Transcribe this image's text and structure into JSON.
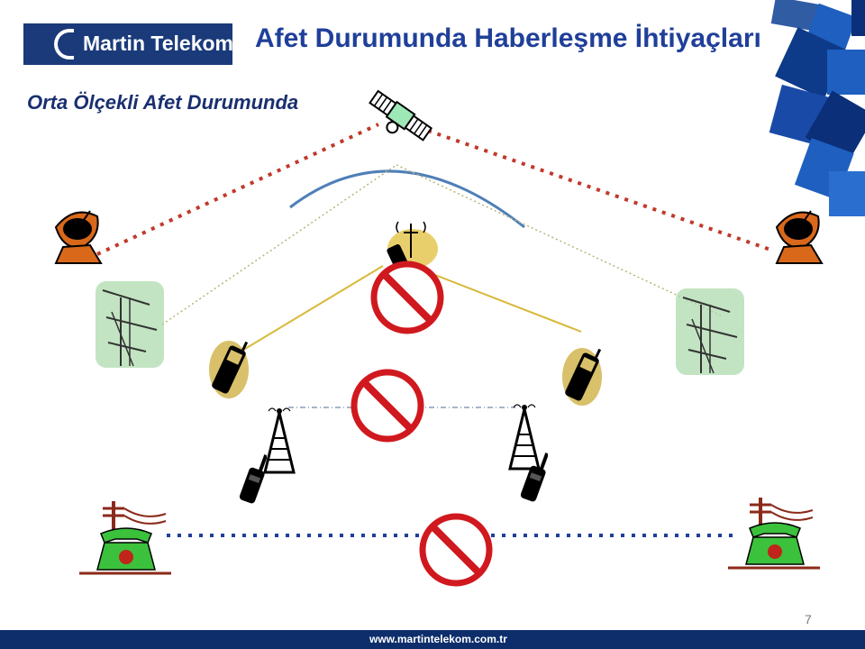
{
  "header": {
    "logo_text": "Martin Telekom",
    "title": "Afet Durumunda Haberleşme İhtiyaçları"
  },
  "subtitle": "Orta Ölçekli Afet Durumunda",
  "footer": {
    "url": "www.martintelekom.com.tr",
    "page_number": "7"
  },
  "icons": {
    "satellite": "satellite-icon",
    "dish": "satellite-dish-icon",
    "antenna": "tv-antenna-icon",
    "mobile": "mobile-phone-icon",
    "tower": "radio-tower-icon",
    "radio": "walkie-talkie-icon",
    "pole": "telephone-pole-icon",
    "phone": "landline-phone-icon",
    "prohibited": "prohibited-icon"
  },
  "colors": {
    "brand_blue": "#1a3a7a",
    "title_blue": "#1f3f99",
    "satellite_link": "#c0392b",
    "landline_link": "#1f3f99",
    "prohibited_red": "#d0191e",
    "phone_green": "#3cc13c"
  }
}
